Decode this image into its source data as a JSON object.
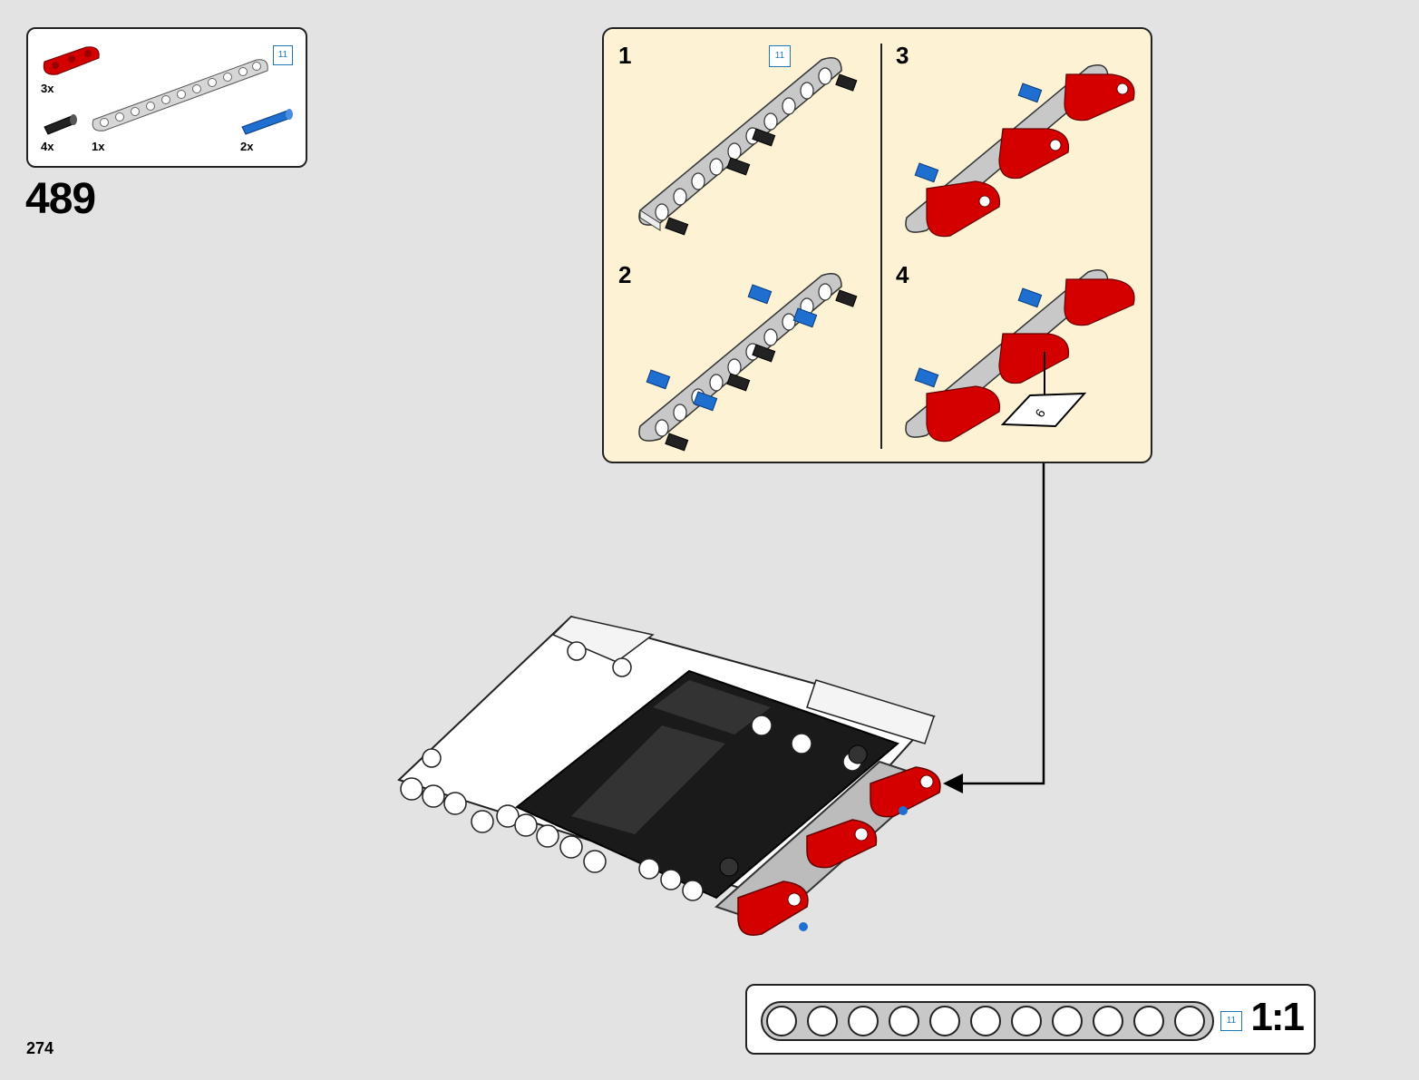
{
  "parts_list": {
    "items": [
      {
        "name": "red-beam-3",
        "qty": "3x",
        "color": "#d40000"
      },
      {
        "name": "black-pin",
        "qty": "4x",
        "color": "#222222"
      },
      {
        "name": "gray-beam-11",
        "qty": "1x",
        "color": "#bcbcbc",
        "size_badge": "11"
      },
      {
        "name": "blue-pin",
        "qty": "2x",
        "color": "#1e6fd0"
      }
    ]
  },
  "step": {
    "number": "489"
  },
  "callout": {
    "badge": "11",
    "substeps": [
      {
        "number": "1"
      },
      {
        "number": "2"
      },
      {
        "number": "3"
      },
      {
        "number": "4",
        "rotate_label": "6"
      }
    ]
  },
  "scale": {
    "label": "1:1",
    "badge": "11"
  },
  "page": {
    "number": "274"
  },
  "colors": {
    "background": "#e3e3e3",
    "callout_bg": "#fdf3d4",
    "red": "#d40000",
    "blue": "#1e6fd0",
    "gray": "#bcbcbc",
    "badge": "#1e78b8"
  }
}
